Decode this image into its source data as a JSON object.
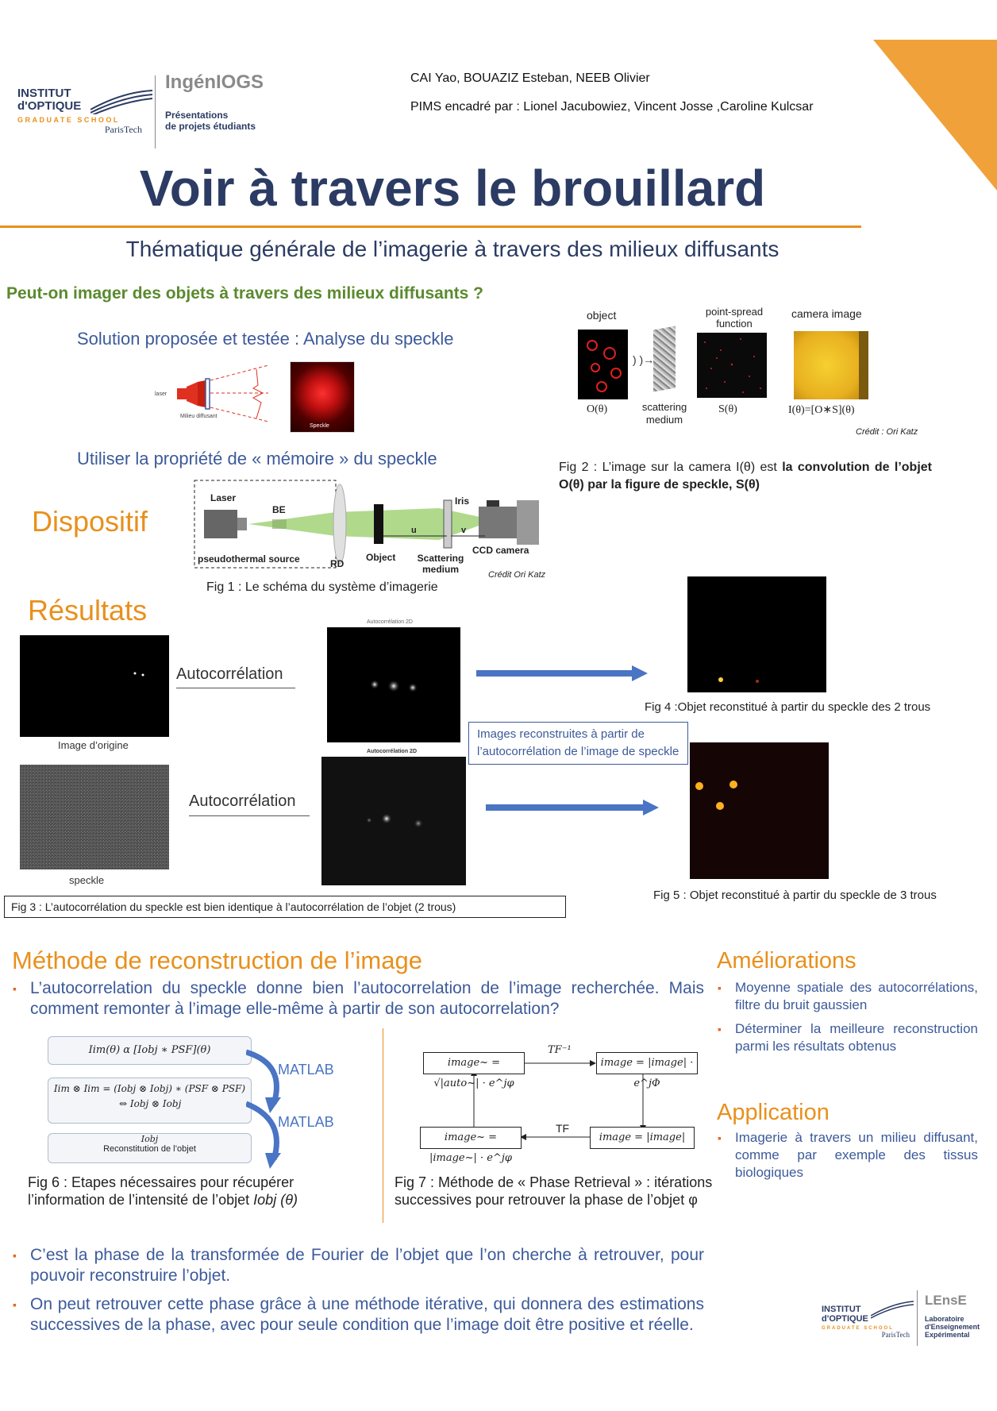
{
  "header": {
    "institut_logo_line1": "INSTITUT",
    "institut_logo_line2": "d'OPTIQUE",
    "institut_logo_line3": "GRADUATE SCHOOL",
    "institut_logo_line4": "ParisTech",
    "ingenio_title": "IngénIOGS",
    "ingenio_sub1": "Présentations",
    "ingenio_sub2": "de projets étudiants",
    "authors": "CAI Yao, BOUAZIZ Esteban, NEEB Olivier",
    "supervisors": "PIMS encadré par : Lionel Jacubowiez, Vincent Josse ,Caroline Kulcsar"
  },
  "title": "Voir à travers le brouillard",
  "subtitle": "Thématique générale de l’imagerie à travers des milieux diffusants",
  "question": "Peut-on imager des objets à travers des milieux diffusants ?",
  "solution": "Solution proposée  et testée : Analyse du speckle",
  "laser_diagram": {
    "laser": "laser",
    "milieu": "Milieu diffusant",
    "speckle": "Speckle"
  },
  "memory": "Utiliser la propriété de « mémoire » du speckle",
  "fig2": {
    "object_label": "object",
    "psf_label": "point-spread function",
    "camera_label": "camera image",
    "scattering_label": "scattering medium",
    "o_theta": "O(θ)",
    "s_theta": "S(θ)",
    "i_theta": "I(θ)=[O∗S](θ)",
    "credit": "Crédit : Ori Katz",
    "caption_plain": "Fig 2 : L’image sur la camera I(θ) est ",
    "caption_bold": "la convolution de l’objet O(θ)  par la figure de speckle, S(θ)"
  },
  "dispositif": {
    "heading": "Dispositif",
    "laser": "Laser",
    "be": "BE",
    "iris": "Iris",
    "source": "pseudothermal source",
    "rd": "RD",
    "object": "Object",
    "scattering": "Scattering medium",
    "ccd": "CCD camera",
    "u": "u",
    "v": "v",
    "credit": "Crédit Ori Katz",
    "caption": "Fig 1 : Le schéma du système d’imagerie"
  },
  "resultats": {
    "heading": "Résultats",
    "autocorr1": "Autocorrélation",
    "autocorr2": "Autocorrélation",
    "orig_label": "Image d’origine",
    "speckle_label": "speckle",
    "autocorr_title1": "Autocorrélation 2D",
    "autocorr_title2": "Autocorrélation 2D",
    "reconstruct_box": "Images reconstruites à partir de l’autocorrélation de l’image de speckle",
    "fig4_caption": "Fig 4 :Objet reconstitué à partir du speckle des 2 trous",
    "fig5_caption": "Fig 5 : Objet reconstitué à partir du speckle de 3 trous",
    "fig3_caption": "Fig 3 : L’autocorrélation du speckle est bien identique à l’autocorrélation de l’objet (2 trous)"
  },
  "methode": {
    "heading": "Méthode de reconstruction de l’image",
    "bullet1": "L’autocorrelation du speckle donne bien l’autocorrelation de l’image recherchée. Mais comment remonter à l’image elle-même à partir de son autocorrelation?",
    "fig6_eq1": "Iim(θ) α [Iobj ∗ PSF](θ)",
    "fig6_eq2a": "Iim ⊗ Iim = (Iobj ⊗ Iobj) ∗ (PSF ⊗ PSF)",
    "fig6_eq2b": "⇔ Iobj ⊗ Iobj",
    "fig6_eq3a": "Iobj",
    "fig6_eq3b": "Reconstitution de l’objet",
    "matlab1": "MATLAB",
    "matlab2": "MATLAB",
    "fig6_caption_a": "Fig 6 : Etapes nécessaires pour récupérer l’information de l’intensité de l’objet ",
    "fig6_caption_b": "Iobj (θ)",
    "fig7_tl": "image~ = √|auto~| · e^jφ",
    "fig7_tr": "image = |image| · e^jΦ",
    "fig7_bl": "image~ = |image~| · e^jφ",
    "fig7_br": "image = |image|",
    "fig7_tf_inv": "TF⁻¹",
    "fig7_tf": "TF",
    "fig7_caption": "Fig 7 : Méthode de « Phase Retrieval » : itérations successives pour retrouver la phase de l’objet φ",
    "bullet2": "C’est la phase de la transformée de Fourier de l’objet que l’on cherche à retrouver, pour pouvoir reconstruire l’objet.",
    "bullet3": "On peut retrouver cette phase grâce à une méthode itérative, qui donnera des estimations successives de la phase, avec pour seule condition que l’image doit être positive et réelle."
  },
  "ameliorations": {
    "heading": "Améliorations",
    "items": [
      "Moyenne spatiale des autocorrélations, filtre du bruit gaussien",
      "Déterminer la meilleure reconstruction parmi les résultats obtenus"
    ]
  },
  "application": {
    "heading": "Application",
    "items": [
      "Imagerie à travers un milieu diffusant, comme par exemple des tissus biologiques"
    ]
  },
  "footer": {
    "lense_title": "LEnsE",
    "lense_line1": "Laboratoire",
    "lense_line2": "d'Enseignement",
    "lense_line3": "Expérimental"
  },
  "colors": {
    "navy": "#2b3b63",
    "orange": "#e8901d",
    "blue": "#3c5a9a",
    "green": "#5a8a2e"
  }
}
